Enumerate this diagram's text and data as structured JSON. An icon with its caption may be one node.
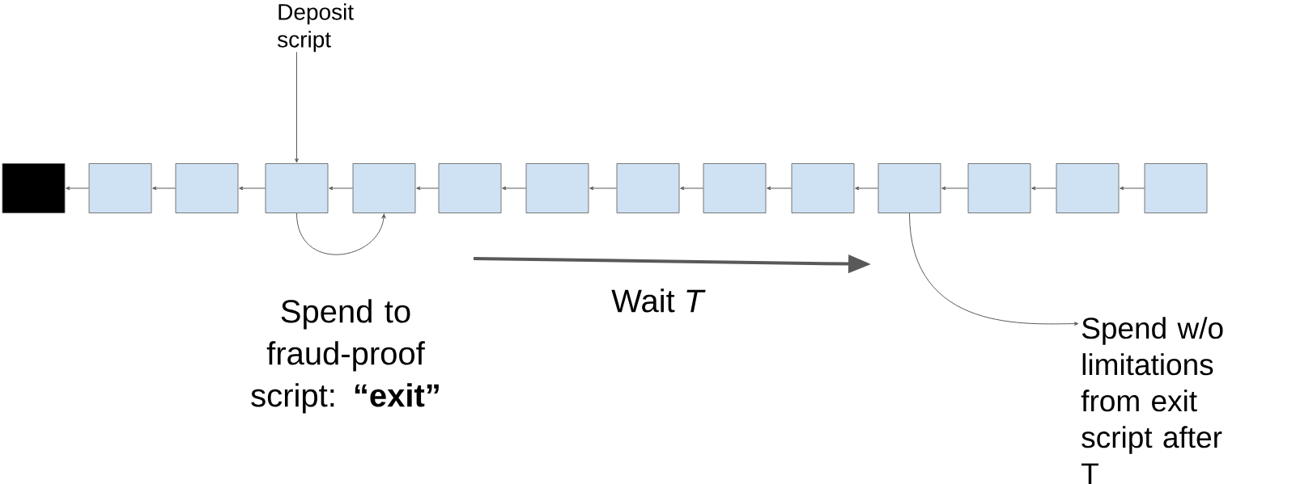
{
  "diagram": {
    "nodes": [
      {
        "text": [
          "Deposit script"
        ]
      },
      {
        "text": [],
        "shape": "box"
      },
      {
        "text": [],
        "shape": "box"
      },
      {
        "text": [],
        "shape": "box"
      },
      {
        "text": [],
        "shape": "box"
      },
      {
        "text": [],
        "shape": "box"
      },
      {
        "text": [],
        "shape": "box"
      },
      {
        "text": [],
        "shape": "box"
      },
      {
        "text": [],
        "shape": "box"
      },
      {
        "text": [],
        "shape": "box"
      },
      {
        "text": [],
        "shape": "box"
      },
      {
        "text": [],
        "shape": "box"
      },
      {
        "text": [],
        "shape": "box"
      },
      {
        "text": [],
        "shape": "box"
      },
      {
        "text": [],
        "shape": "box"
      },
      {
        "text": [
          "Spend w/o limitations from exit script after T"
        ]
      }
    ],
    "edges": [
      {
        "from": 0,
        "to": 4,
        "arrow": "to"
      },
      {
        "from": 3,
        "to": 2,
        "arrow": "to"
      },
      {
        "from": 4,
        "to": 3,
        "arrow": "to"
      },
      {
        "from": 5,
        "to": 4,
        "arrow": "to"
      },
      {
        "from": 6,
        "to": 5,
        "arrow": "to"
      },
      {
        "from": 7,
        "to": 6,
        "arrow": "to"
      },
      {
        "from": 8,
        "to": 7,
        "arrow": "to"
      },
      {
        "from": 9,
        "to": 8,
        "arrow": "to"
      },
      {
        "from": 10,
        "to": 9,
        "arrow": "to"
      },
      {
        "from": 11,
        "to": 10,
        "arrow": "to"
      },
      {
        "from": 12,
        "to": 11,
        "arrow": "to"
      },
      {
        "from": 13,
        "to": 12,
        "arrow": "to"
      },
      {
        "from": 14,
        "to": 13,
        "arrow": "to"
      },
      {
        "from": 2,
        "to": 1,
        "arrow": "to"
      },
      {
        "from": 4,
        "to": 5,
        "arrow": "to"
      },
      {
        "from": 11,
        "to": 15,
        "arrow": "to"
      }
    ],
    "labels": [
      "Wait *T*",
      "Spend to fraud-proof script: **“exit”**"
    ]
  }
}
